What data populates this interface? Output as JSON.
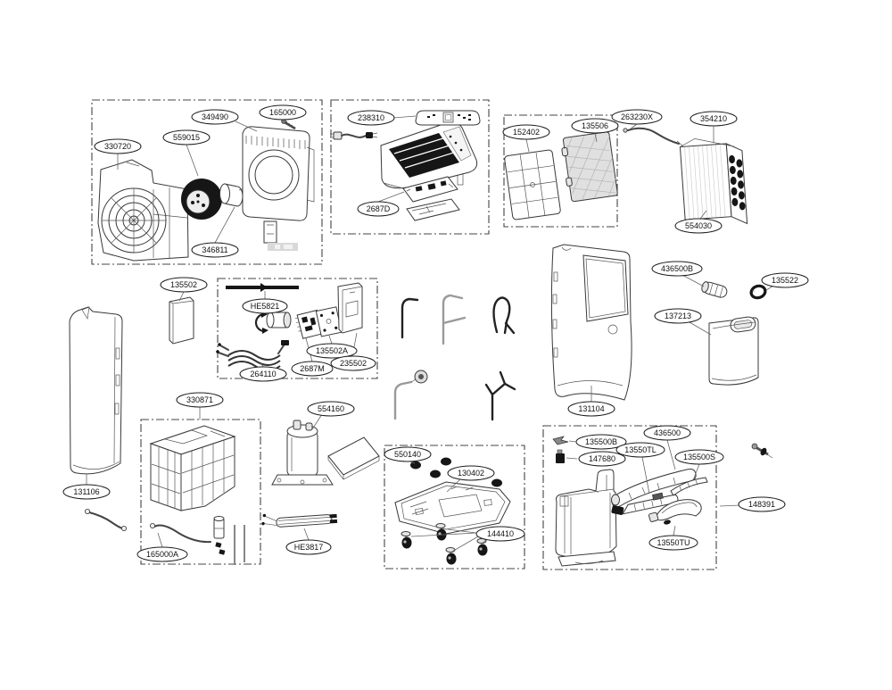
{
  "callouts": {
    "c330720": "330720",
    "c559015": "559015",
    "c349490": "349490",
    "c165000": "165000",
    "c346811": "346811",
    "c238310": "238310",
    "c2687D": "2687D",
    "c152402": "152402",
    "c135506": "135506",
    "c263230X": "263230X",
    "c354210": "354210",
    "c554030": "554030",
    "c135502": "135502",
    "cHE5821": "HE5821",
    "c135502A": "135502A",
    "c2687M": "2687M",
    "c235502": "235502",
    "c264110": "264110",
    "c436500B": "436500B",
    "c135522": "135522",
    "c137213": "137213",
    "c131104": "131104",
    "c330871": "330871",
    "c554160": "554160",
    "c131106": "131106",
    "c165000A": "165000A",
    "cHE3817": "HE3817",
    "c550140": "550140",
    "c130402": "130402",
    "c144410": "144410",
    "c135500B": "135500B",
    "c147680": "147680",
    "c436500": "436500",
    "c13550TL": "13550TL",
    "c135500S": "135500S",
    "c13550TU": "13550TU",
    "c148391": "148391"
  }
}
